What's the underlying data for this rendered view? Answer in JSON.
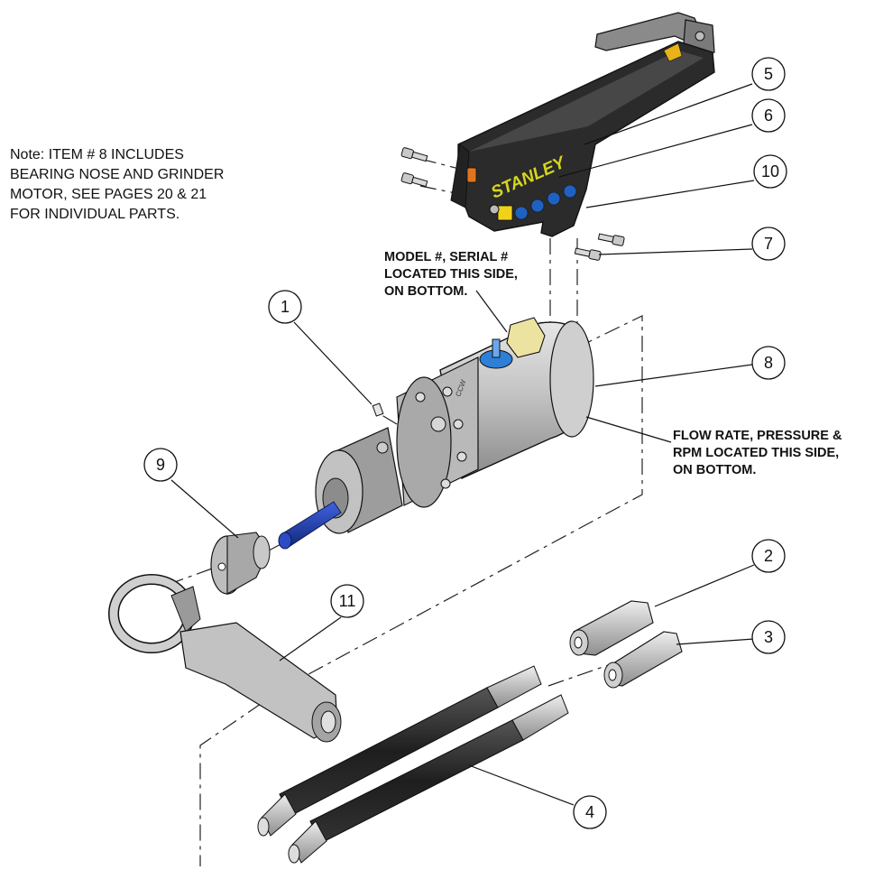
{
  "note": {
    "lines": [
      "Note: ITEM # 8 INCLUDES",
      "BEARING NOSE AND GRINDER",
      "MOTOR, SEE PAGES 20 & 21",
      "FOR INDIVIDUAL PARTS."
    ]
  },
  "callouts": {
    "model_serial": [
      "MODEL #, SERIAL #",
      "LOCATED THIS SIDE,",
      "ON BOTTOM."
    ],
    "flow_rate": [
      "FLOW RATE, PRESSURE &",
      "RPM LOCATED THIS SIDE,",
      "ON BOTTOM."
    ]
  },
  "balloons": {
    "b1": "1",
    "b2": "2",
    "b3": "3",
    "b4": "4",
    "b5": "5",
    "b6": "6",
    "b7": "7",
    "b8": "8",
    "b9": "9",
    "b10": "10",
    "b11": "11"
  },
  "labels": {
    "brand": "STANLEY",
    "motor_direction": "CCW"
  },
  "colors": {
    "line": "#111111",
    "body_gray": "#b8b8b8",
    "dark_gray": "#6e6e6e",
    "handle_black": "#2a2a2a",
    "brand_yellow": "#d6d61e",
    "shaft_blue": "#1e3fb4",
    "fitting_gold": "#ede3a0"
  }
}
